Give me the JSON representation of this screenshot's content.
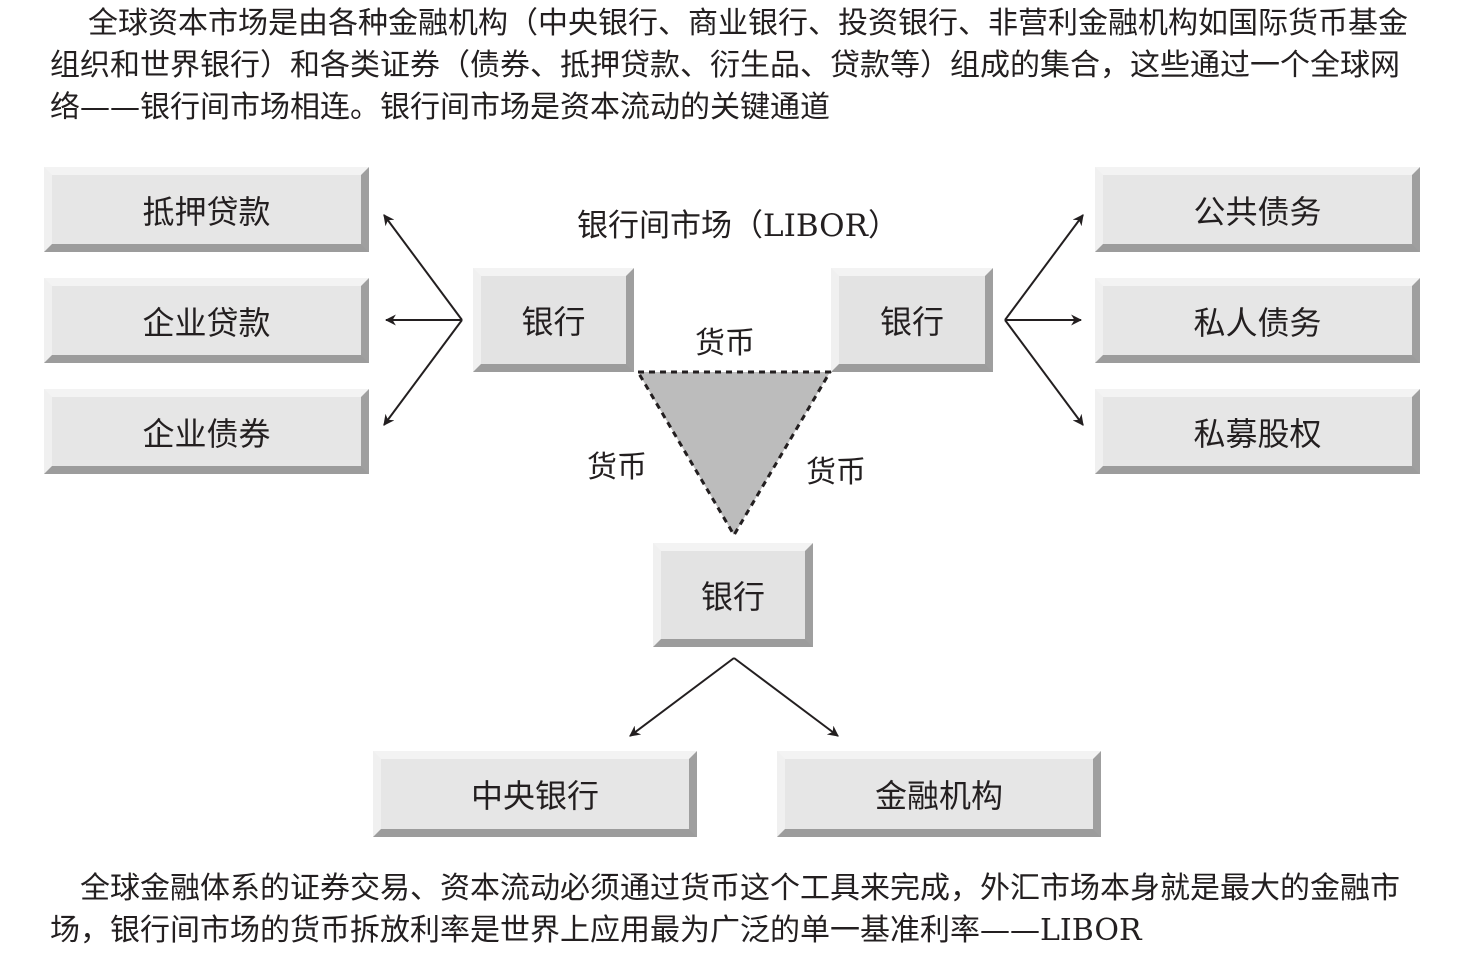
{
  "intro_text": "全球资本市场是由各种金融机构（中央银行、商业银行、投资银行、非营利金融机构如国际货币基金组织和世界银行）和各类证券（债券、抵押贷款、衍生品、贷款等）组成的集合，这些通过一个全球网络——银行间市场相连。银行间市场是资本流动的关键通道",
  "diagram": {
    "title": "银行间市场（LIBOR）",
    "left_boxes": [
      "抵押贷款",
      "企业贷款",
      "企业债券"
    ],
    "right_boxes": [
      "公共债务",
      "私人债务",
      "私募股权"
    ],
    "bank_left": "银行",
    "bank_right": "银行",
    "bank_bottom": "银行",
    "currency_top": "货币",
    "currency_left": "货币",
    "currency_right": "货币",
    "bottom_boxes": [
      "中央银行",
      "金融机构"
    ]
  },
  "outro_text": "全球金融体系的证券交易、资本流动必须通过货币这个工具来完成，外汇市场本身就是最大的金融市场，银行间市场的货币拆放利率是世界上应用最为广泛的单一基准利率——LIBOR",
  "colors": {
    "box_fill": "#e6e6e6",
    "triangle_fill": "#bcbcbc",
    "ink": "#231f20"
  }
}
